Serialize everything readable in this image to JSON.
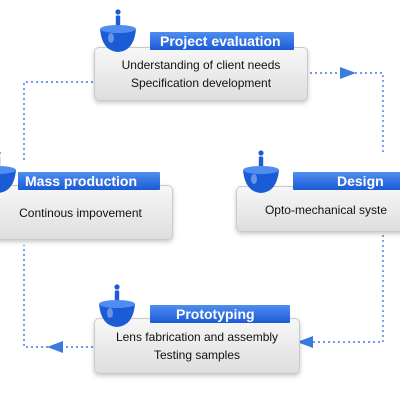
{
  "colors": {
    "accent": "#1a5bd6",
    "accent_light": "#4f8df0",
    "connector": "#3b7be0",
    "card_top": "#f7f7f7",
    "card_bottom": "#dedede"
  },
  "icon_name": "person-bowl-icon",
  "stages": {
    "evaluation": {
      "title": "Project evaluation",
      "lines": [
        "Understanding of client needs",
        "Specification development"
      ]
    },
    "design": {
      "title": "Design",
      "lines": [
        "Opto-mechanical syste"
      ]
    },
    "prototyping": {
      "title": "Prototyping",
      "lines": [
        "Lens fabrication and assembly",
        "Testing samples"
      ]
    },
    "mass": {
      "title": "Mass production",
      "lines": [
        "Continous impovement"
      ]
    }
  }
}
